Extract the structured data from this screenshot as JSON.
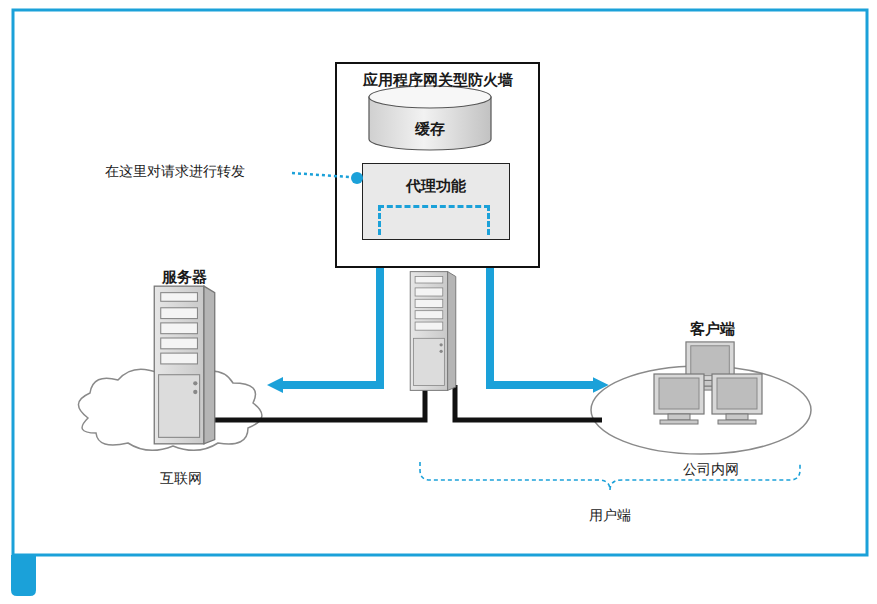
{
  "diagram": {
    "nodes": [
      {
        "text": [
          "应用程序网关型防火墙"
        ]
      },
      {
        "text": [
          "缓存"
        ],
        "in": 0
      },
      {
        "text": [
          "代理功能"
        ],
        "in": 0
      },
      {
        "text": [
          "互联网"
        ]
      },
      {
        "text": [
          "公司内网"
        ]
      }
    ],
    "edges": [
      {
        "from": 2,
        "to": 3,
        "arrow": "both"
      },
      {
        "from": 2,
        "to": 4,
        "arrow": "both"
      }
    ],
    "labels": [
      "在这里对请求进行转发",
      "服务器",
      "客户端",
      "用户端"
    ]
  }
}
